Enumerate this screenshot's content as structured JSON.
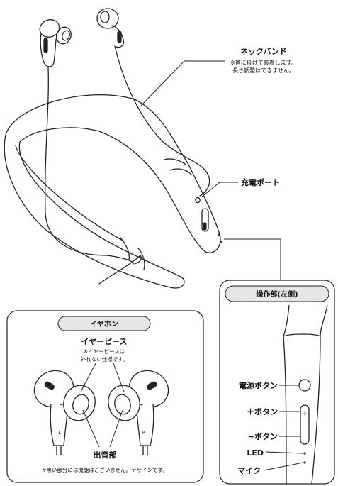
{
  "neckband": {
    "title": "ネックバンド",
    "note_line1": "※首に掛けて装着します。",
    "note_line2": "長さ調整はできません。"
  },
  "charge_port": {
    "label": "充電ポート"
  },
  "earphone_panel": {
    "header": "イヤホン",
    "eartip_title": "イヤーピース",
    "eartip_note_line1": "※イヤーピースは",
    "eartip_note_line2": "外れない仕様です。",
    "sound_outlet": "出音部",
    "footnote": "※黒い部分には機能はございません。デザインです。",
    "left_mark": "L",
    "right_mark": "R"
  },
  "controls_panel": {
    "header": "操作部(左側)",
    "power_button": "電源ボタン",
    "plus_button": "＋ボタン",
    "minus_button": "−ボタン",
    "led": "LED",
    "mic": "マイク"
  },
  "colors": {
    "line": "#222222",
    "panel_header_bg": "#e6e6e6",
    "fill": "#ffffff"
  }
}
